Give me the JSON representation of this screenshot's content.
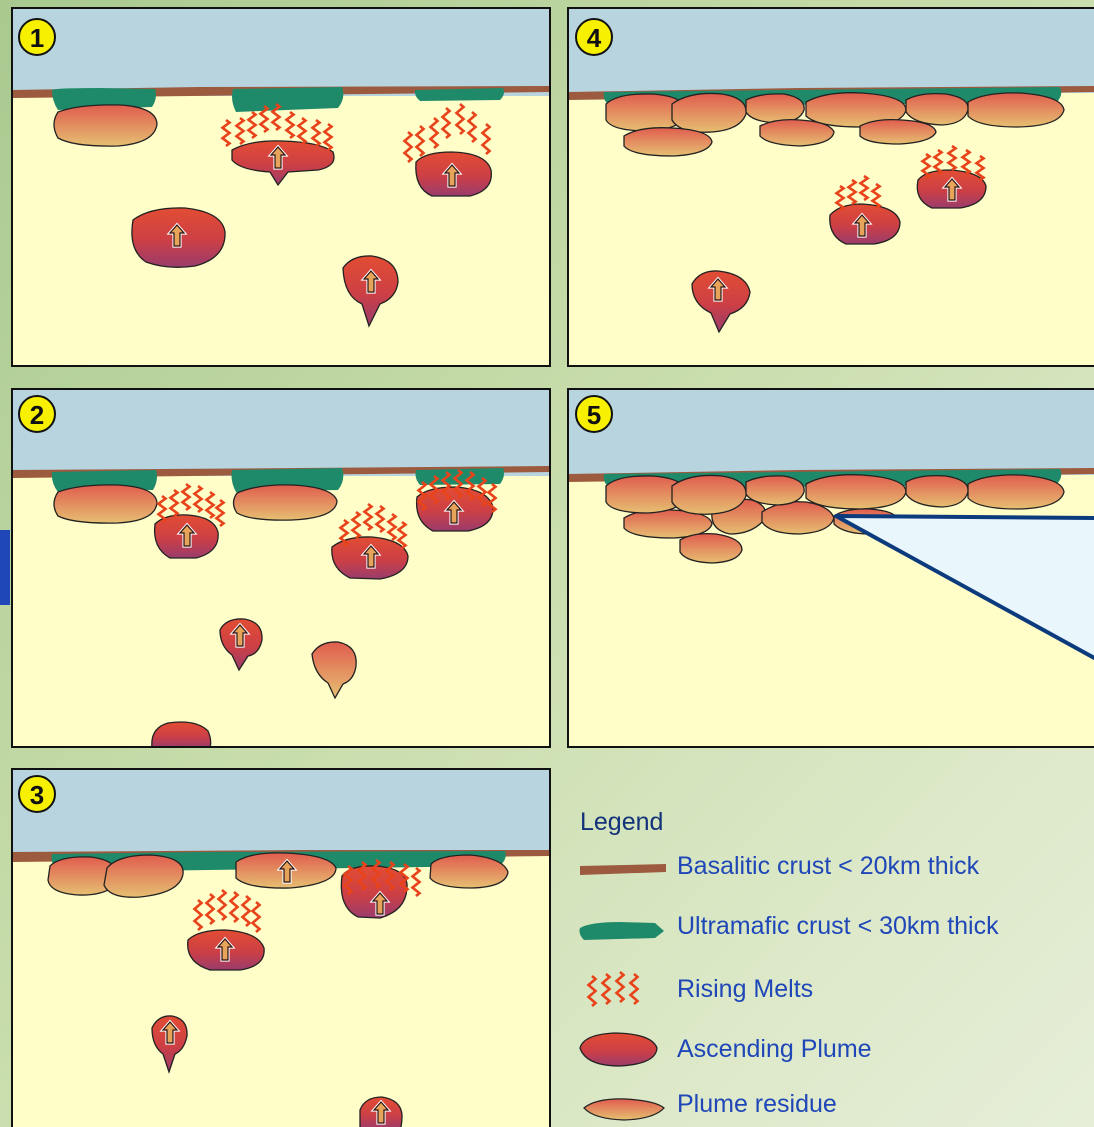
{
  "panels": [
    {
      "label": "1"
    },
    {
      "label": "2"
    },
    {
      "label": "3"
    },
    {
      "label": "4"
    },
    {
      "label": "5"
    }
  ],
  "legend": {
    "title": "Legend",
    "items": [
      {
        "label": "Basalitic crust  < 20km thick",
        "symbol": "basaltic-crust"
      },
      {
        "label": "Ultramafic crust  < 30km thick",
        "symbol": "ultramafic-crust"
      },
      {
        "label": "Rising Melts",
        "symbol": "rising-melts"
      },
      {
        "label": "Ascending Plume",
        "symbol": "ascending-plume"
      },
      {
        "label": "Plume residue",
        "symbol": "plume-residue"
      }
    ]
  },
  "colors": {
    "sky": "#b8d4de",
    "mantle": "#fffdc8",
    "basaltic_crust": "#9c5a3f",
    "ultramafic_crust": "#1f8a6a",
    "melt": "#e8431b",
    "plume_top": "#e24a35",
    "plume_bottom": "#9a3c6c",
    "residue_top": "#e26a52",
    "residue_bottom": "#e3b571",
    "badge": "#f7f000",
    "callout_fill": "#e9f6fb",
    "callout_stroke": "#0c3b7d",
    "legend_title": "#14327a",
    "legend_text": "#1f47b8"
  }
}
